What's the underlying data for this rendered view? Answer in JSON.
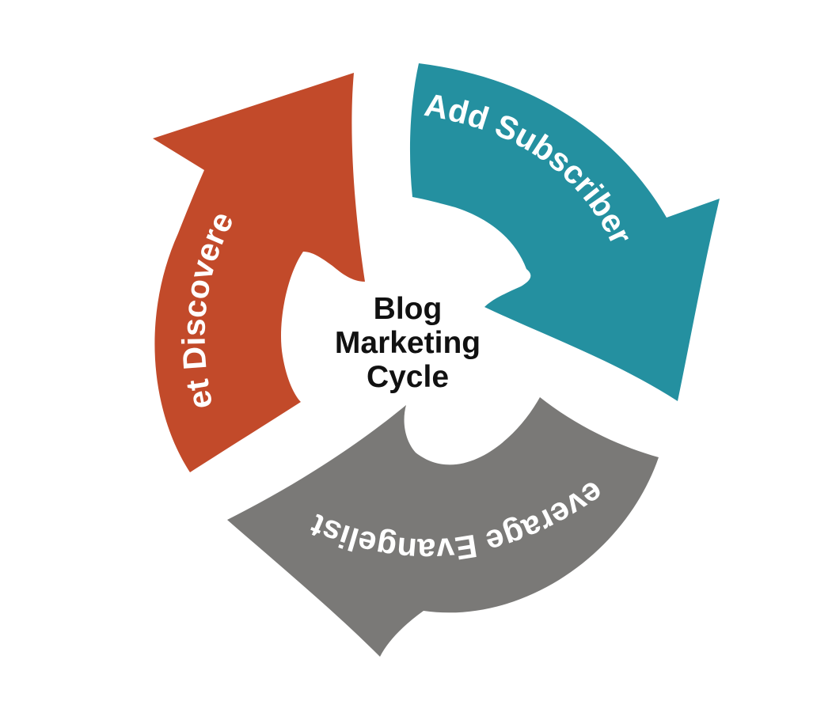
{
  "center": {
    "line1": "Blog",
    "line2": "Marketing",
    "line3": "Cycle"
  },
  "arrows": [
    {
      "label": "Get Discovered",
      "color": "#C24A2A"
    },
    {
      "label": "Add Subscribers",
      "color": "#2490A0"
    },
    {
      "label": "Leverage Evangelists",
      "color": "#7A7977"
    }
  ]
}
